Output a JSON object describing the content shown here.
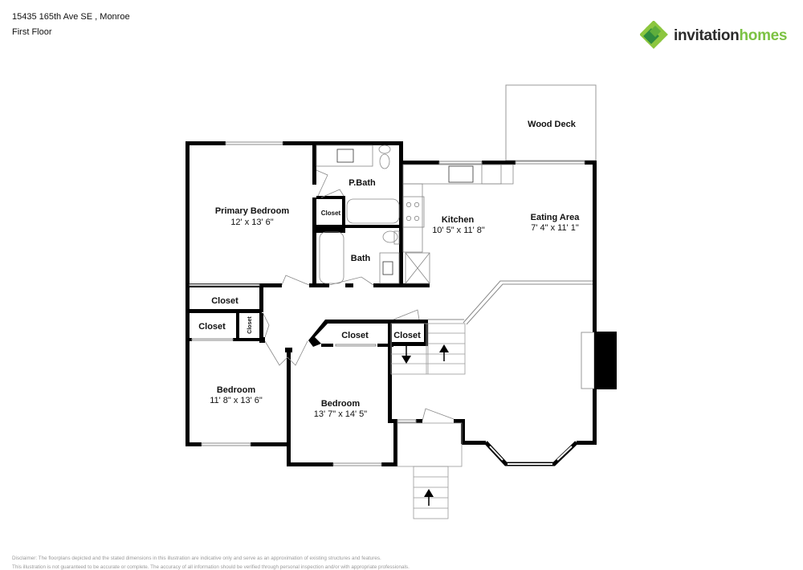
{
  "header": {
    "address": "15435 165th Ave SE , Monroe",
    "floor": "First Floor"
  },
  "brand": {
    "name_part1": "invitation",
    "name_part2": "homes",
    "colors": {
      "dark_green": "#3a8a3a",
      "light_green": "#8cc63f",
      "text_dark": "#2b2b2b",
      "text_green": "#7cc243"
    }
  },
  "floorplan": {
    "rooms": [
      {
        "id": "primary-bedroom",
        "name": "Primary Bedroom",
        "dimensions": "12' x 13' 6\""
      },
      {
        "id": "p-bath",
        "name": "P.Bath"
      },
      {
        "id": "primary-closet",
        "name": "Closet"
      },
      {
        "id": "bath",
        "name": "Bath"
      },
      {
        "id": "kitchen",
        "name": "Kitchen",
        "dimensions": "10' 5\" x 11' 8\""
      },
      {
        "id": "eating-area",
        "name": "Eating Area",
        "dimensions": "7' 4\" x 11' 1\""
      },
      {
        "id": "wood-deck",
        "name": "Wood Deck"
      },
      {
        "id": "hall-closet-1",
        "name": "Closet"
      },
      {
        "id": "hall-closet-2",
        "name": "Closet"
      },
      {
        "id": "hall-closet-3",
        "name": "Closet"
      },
      {
        "id": "bedroom-2",
        "name": "Bedroom",
        "dimensions": "11' 8\" x 13' 6\""
      },
      {
        "id": "bedroom-3-closet",
        "name": "Closet"
      },
      {
        "id": "stair-closet",
        "name": "Closet"
      },
      {
        "id": "bedroom-3",
        "name": "Bedroom",
        "dimensions": "13' 7\" x 14' 5\""
      }
    ],
    "wall_color": "#000000",
    "fixture_color": "#888888"
  },
  "footer": {
    "disclaimer_line1": "Disclaimer: The floorplans depicted and the stated dimensions in this illustration are indicative only and serve as an approximation of existing structures and features.",
    "disclaimer_line2": "This illustration is not guaranteed to be accurate or complete. The accuracy of all information should be verified through personal inspection and/or with appropriate professionals."
  }
}
